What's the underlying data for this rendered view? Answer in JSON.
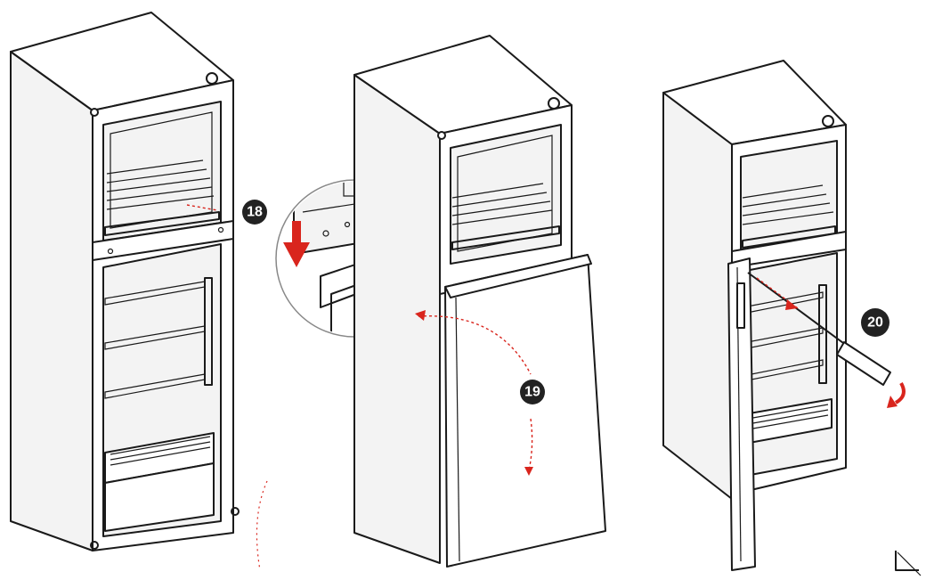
{
  "steps": [
    {
      "label": "18"
    },
    {
      "label": "19"
    },
    {
      "label": "20"
    }
  ],
  "colors": {
    "accent_red": "#d9251d",
    "line": "#1a1a1a",
    "badge": "#222222"
  }
}
